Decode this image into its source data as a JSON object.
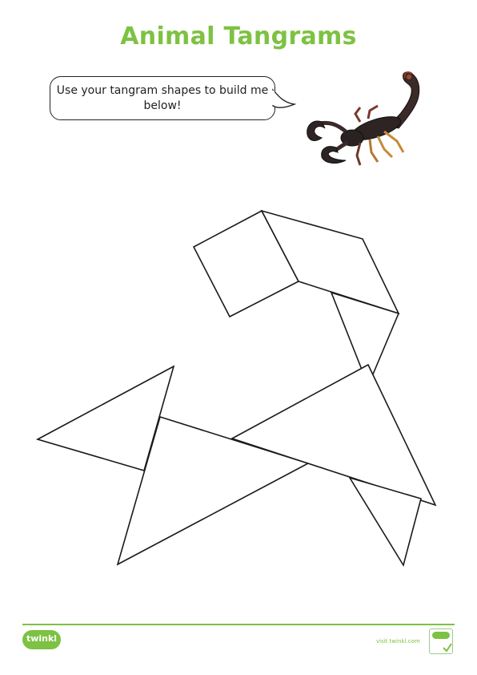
{
  "title": "Animal Tangrams",
  "instruction": "Use your tangram shapes to build me below!",
  "animal_icon": "scorpion",
  "footer": {
    "logo_text": "twinkl",
    "url": "visit twinkl.com",
    "badge_icon": "quality-check-badge"
  },
  "colors": {
    "title": "#7dc242",
    "footer_line": "#7dc242",
    "logo": "#7dc242",
    "outline": "#1a1a1a"
  }
}
